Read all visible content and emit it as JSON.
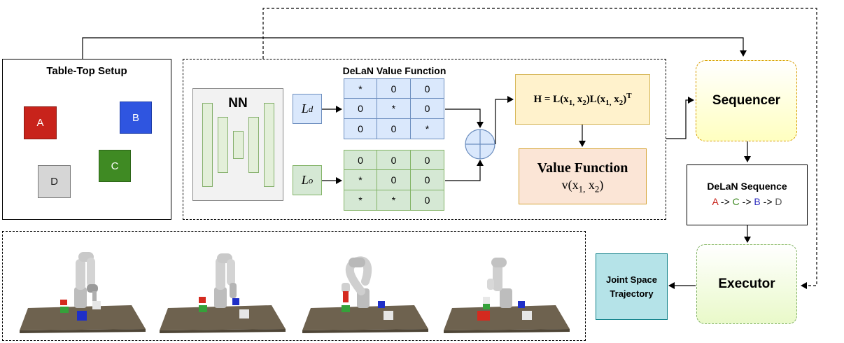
{
  "table_top": {
    "title": "Table-Top Setup",
    "cubes": [
      {
        "label": "A",
        "color": "#c8231b"
      },
      {
        "label": "B",
        "color": "#2f55e0"
      },
      {
        "label": "C",
        "color": "#3f8a23"
      },
      {
        "label": "D",
        "color": "#d6d6d6"
      }
    ]
  },
  "delan": {
    "title": "DeLaN Value Function",
    "nn_label": "NN",
    "ld_label": "L",
    "ld_sub": "d",
    "lo_label": "L",
    "lo_sub": "o",
    "matrix_d": [
      "*",
      "0",
      "0",
      "0",
      "*",
      "0",
      "0",
      "0",
      "*"
    ],
    "matrix_o": [
      "0",
      "0",
      "0",
      "*",
      "0",
      "0",
      "*",
      "*",
      "0"
    ],
    "h_formula": "H = L(x1, x2)L(x1, x2)T",
    "h_formula_parts": {
      "a": "H = L(x",
      "s1": "1,",
      "b": " x",
      "s2": "2",
      "c": ")L(x",
      "s3": "1,",
      "d": " x",
      "s4": "2",
      "e": ")",
      "sup": "T"
    },
    "value_title": "Value Function",
    "value_formula": {
      "a": "v(x",
      "s1": "1,",
      "b": " x",
      "s2": "2",
      "c": ")"
    }
  },
  "sequencer": {
    "label": "Sequencer"
  },
  "delan_sequence": {
    "title": "DeLaN Sequence",
    "items": [
      {
        "text": "A",
        "color": "#c8231b"
      },
      {
        "text": " -> ",
        "color": "#000000"
      },
      {
        "text": "C",
        "color": "#3f8a23"
      },
      {
        "text": " -> ",
        "color": "#000000"
      },
      {
        "text": "B",
        "color": "#2f2fbf"
      },
      {
        "text": " -> ",
        "color": "#000000"
      },
      {
        "text": "D",
        "color": "#555555"
      }
    ]
  },
  "executor": {
    "label": "Executor"
  },
  "joint_space": {
    "line1": "Joint Space",
    "line2": "Trajectory"
  },
  "colors": {
    "nn_fill": "#f2f2f2",
    "nn_layer": "#e3efd9",
    "nn_layer_border": "#86b06d",
    "blue_fill": "#dae8fc",
    "blue_border": "#6c8ebf",
    "green_fill": "#d5e8d4",
    "green_border": "#82b366",
    "h_fill": "#fff2cc",
    "h_border": "#d6b656",
    "value_fill": "#fbe5d6",
    "value_border": "#d6a436",
    "sequencer_fill": "#ffffc0",
    "sequencer_border": "#d79b00",
    "executor_fill": "#e9f9c9",
    "executor_border": "#82b366",
    "joint_fill": "#b5e3e8",
    "joint_border": "#0e8088"
  }
}
